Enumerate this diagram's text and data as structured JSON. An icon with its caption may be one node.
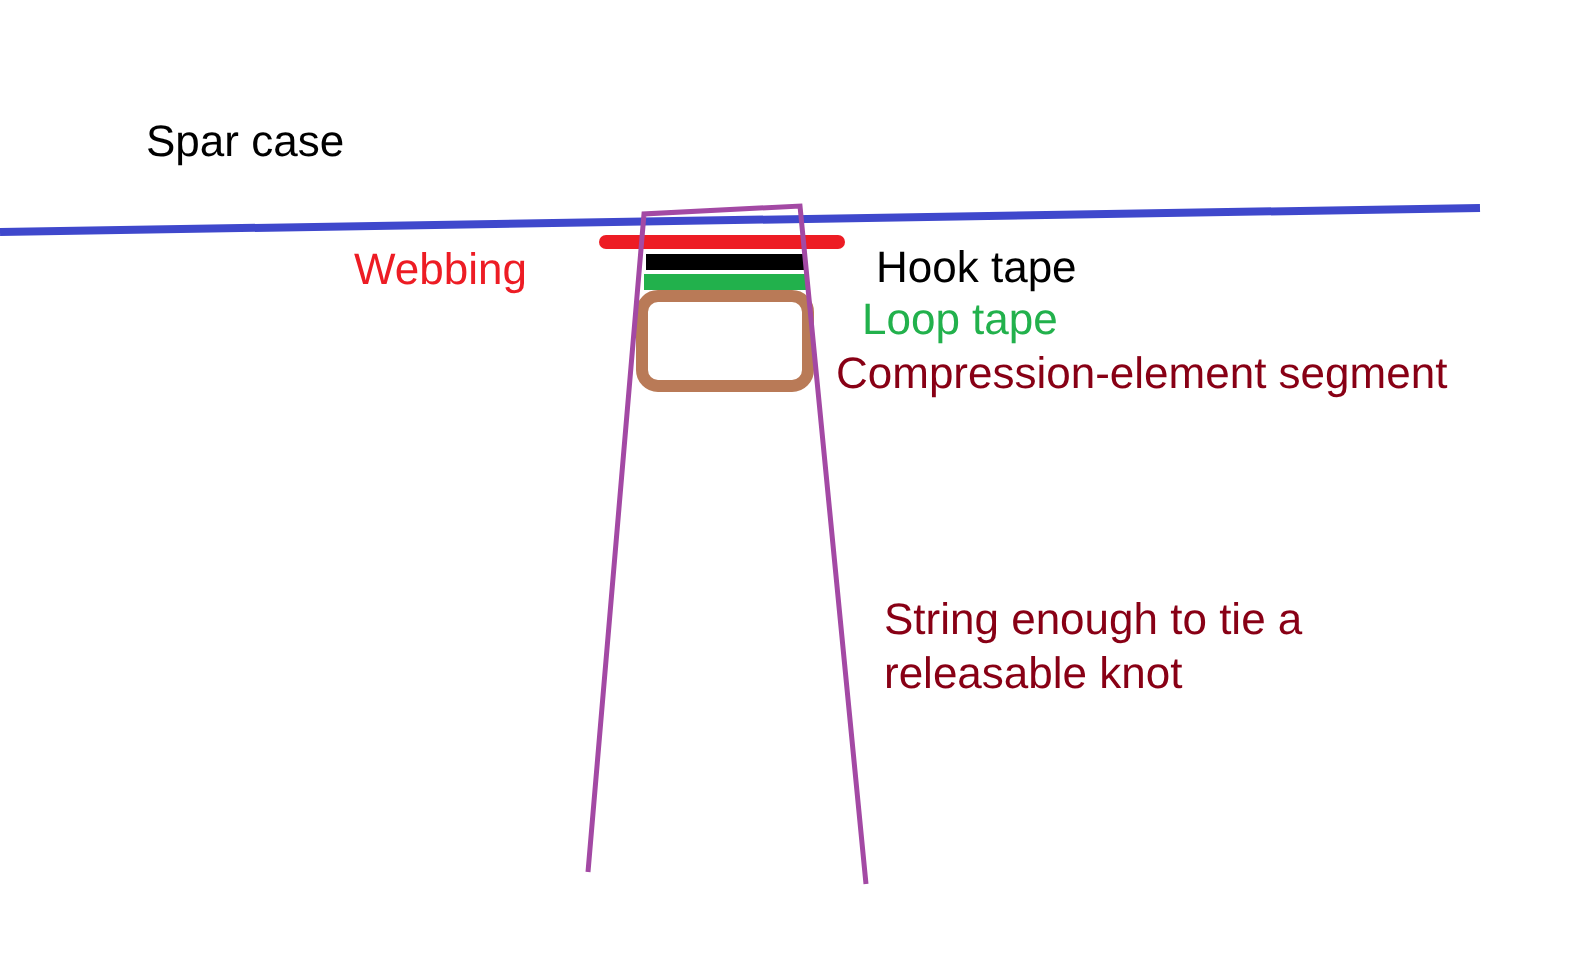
{
  "diagram": {
    "labels": [
      "Spar case",
      "Webbing",
      "Hook tape",
      "Loop tape",
      "Compression-element segment",
      "String enough to tie a releasable knot"
    ]
  }
}
